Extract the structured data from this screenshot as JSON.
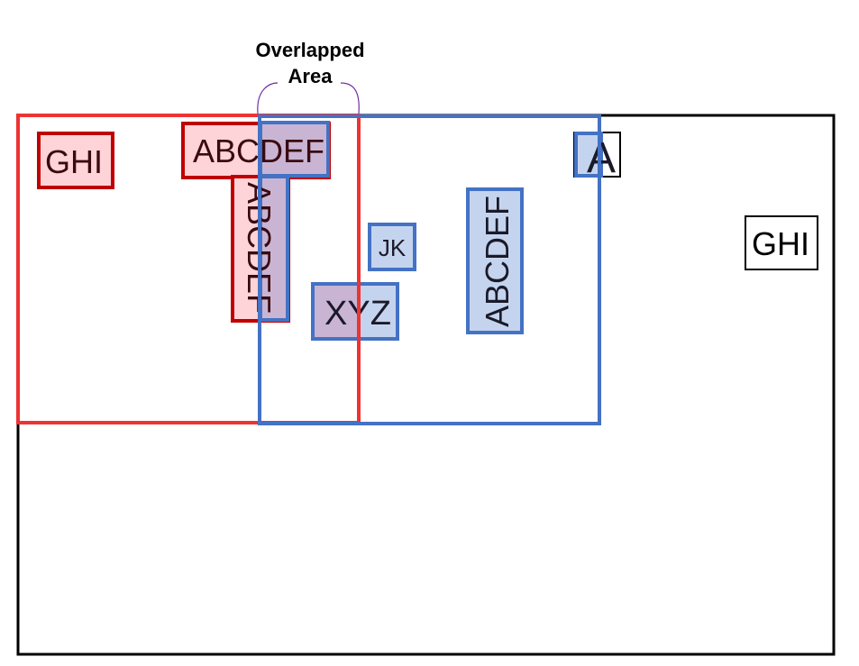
{
  "annotation": {
    "line1": "Overlapped",
    "line2": "Area",
    "bracket_color": "#7030a0"
  },
  "colors": {
    "outer_border": "#000000",
    "red_border": "#ee3333",
    "dark_red_border": "#c00000",
    "red_fill": "#ffd4d8",
    "blue_border": "#4472c4",
    "blue_fill": "#c5d4ee",
    "overlap_fill": "#c9b5d3",
    "text_color": "#1a1a2a"
  },
  "boxes": {
    "red_ghi": "GHI",
    "red_abcdef_horizontal": "ABCDEF",
    "red_abcdef_vertical": "ABCDEF",
    "blue_xyz": "XYZ",
    "blue_jk": "JK",
    "blue_abcdef_vertical": "ABCDEF",
    "blue_a": "A",
    "outer_ghi": "GHI"
  }
}
